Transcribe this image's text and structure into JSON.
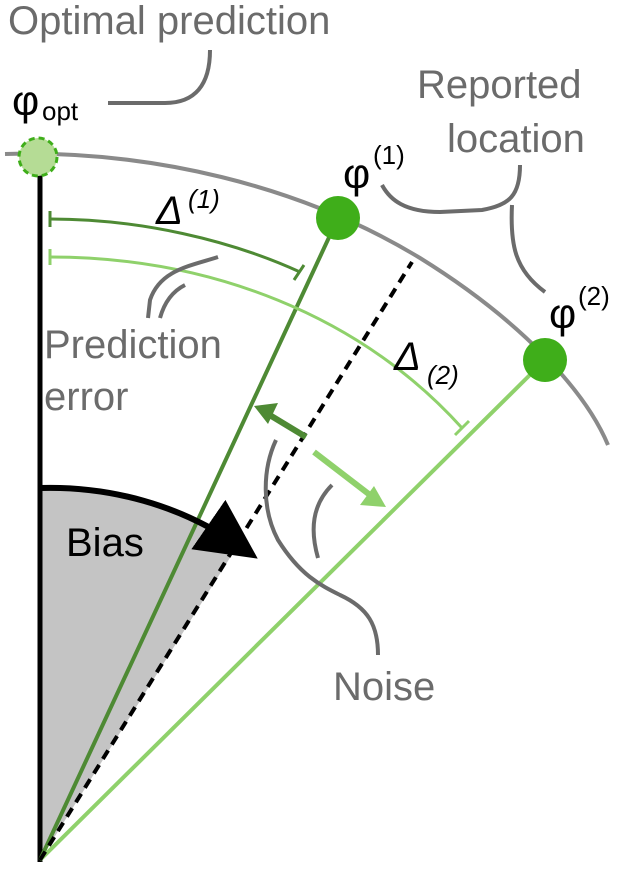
{
  "labels": {
    "optimal_prediction": "Optimal prediction",
    "reported_location_line1": "Reported",
    "reported_location_line2": "location",
    "prediction_error_line1": "Prediction",
    "prediction_error_line2": "error",
    "bias": "Bias",
    "noise": "Noise"
  },
  "symbols": {
    "phi": "φ",
    "opt_subscript": "opt",
    "sup_1": "(1)",
    "sup_2": "(2)",
    "delta": "Δ",
    "delta_sup_1": "(1)",
    "delta_sup_2": "(2)"
  },
  "colors": {
    "dark_green": "#4e8a34",
    "light_green": "#8fd16b",
    "point_green": "#3fae1a",
    "opt_fill": "#b5dc95",
    "circle_gray": "#8a8a8a",
    "label_gray": "#6b6b6b",
    "bias_fill": "#c4c4c4"
  }
}
